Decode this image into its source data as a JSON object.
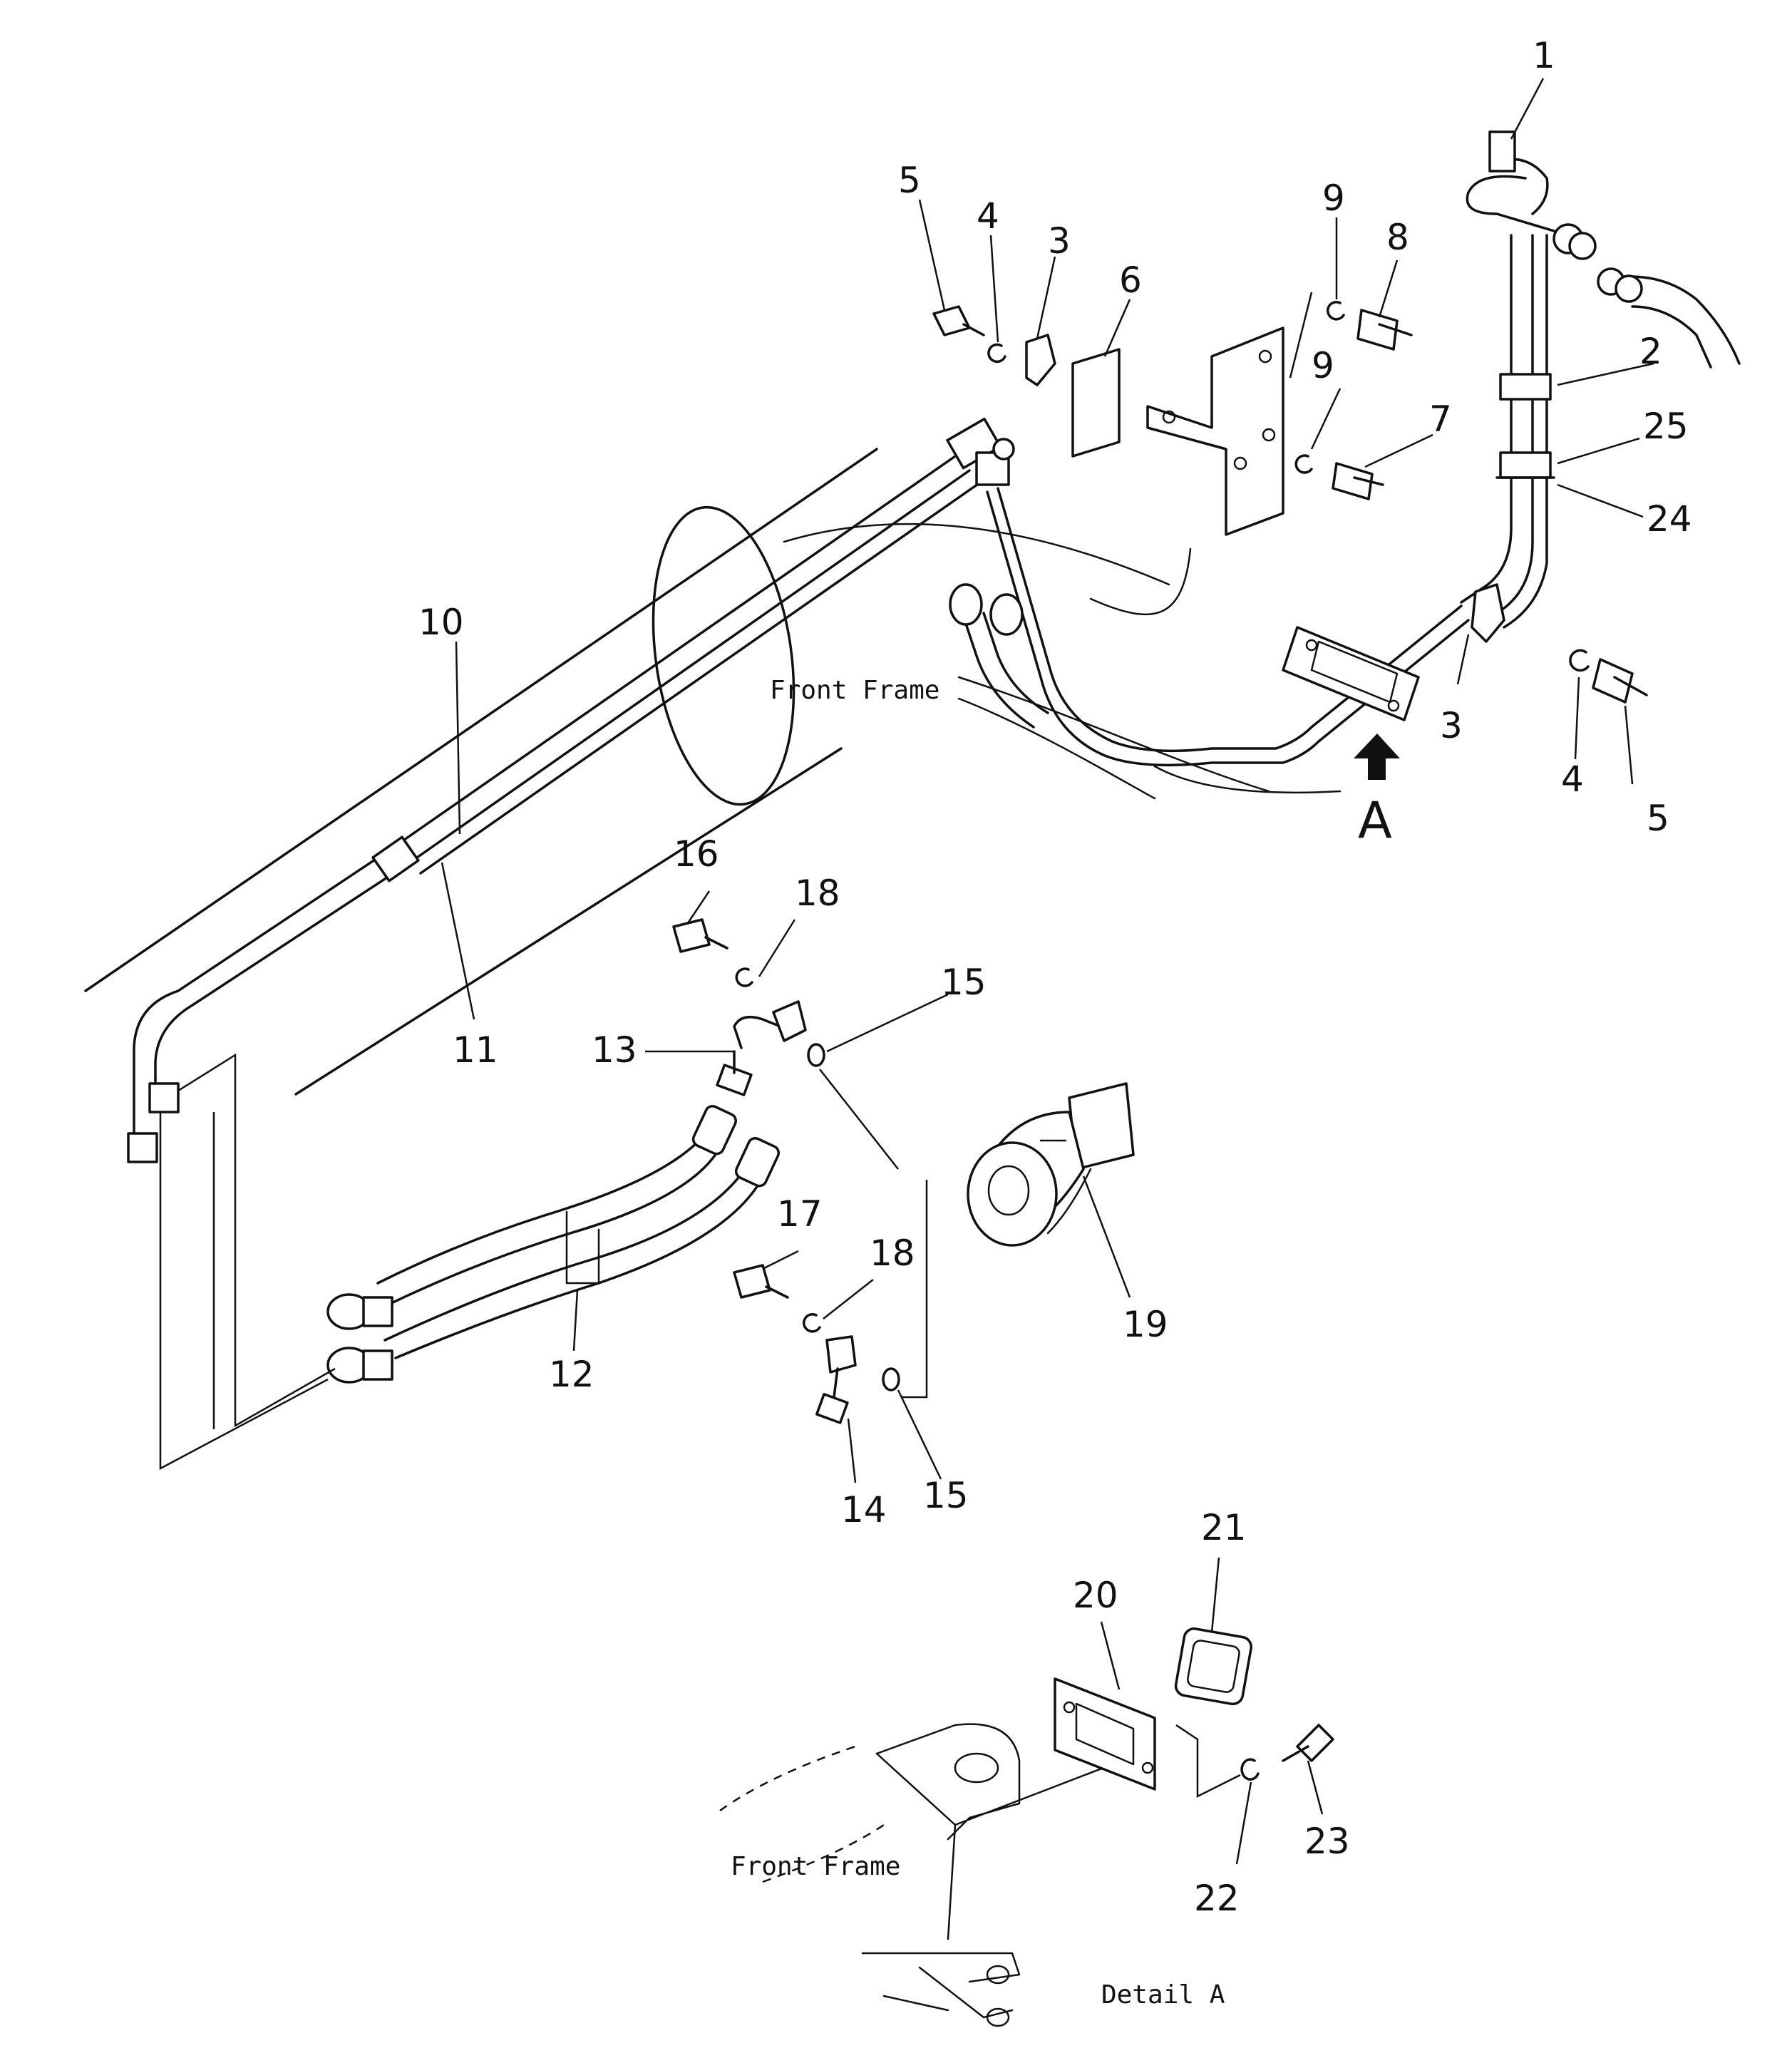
{
  "labels": {
    "front_frame_main": "Front Frame",
    "front_frame_detail": "Front Frame",
    "view_marker": "A",
    "detail_caption": "Detail A"
  },
  "callouts": [
    {
      "id": "c1",
      "text": "1"
    },
    {
      "id": "c2",
      "text": "2"
    },
    {
      "id": "c3a",
      "text": "3"
    },
    {
      "id": "c3b",
      "text": "3"
    },
    {
      "id": "c4a",
      "text": "4"
    },
    {
      "id": "c4b",
      "text": "4"
    },
    {
      "id": "c5a",
      "text": "5"
    },
    {
      "id": "c5b",
      "text": "5"
    },
    {
      "id": "c6",
      "text": "6"
    },
    {
      "id": "c7",
      "text": "7"
    },
    {
      "id": "c8",
      "text": "8"
    },
    {
      "id": "c9a",
      "text": "9"
    },
    {
      "id": "c9b",
      "text": "9"
    },
    {
      "id": "c10",
      "text": "10"
    },
    {
      "id": "c11",
      "text": "11"
    },
    {
      "id": "c12",
      "text": "12"
    },
    {
      "id": "c13",
      "text": "13"
    },
    {
      "id": "c14",
      "text": "14"
    },
    {
      "id": "c15a",
      "text": "15"
    },
    {
      "id": "c15b",
      "text": "15"
    },
    {
      "id": "c16",
      "text": "16"
    },
    {
      "id": "c17",
      "text": "17"
    },
    {
      "id": "c18a",
      "text": "18"
    },
    {
      "id": "c18b",
      "text": "18"
    },
    {
      "id": "c19",
      "text": "19"
    },
    {
      "id": "c20",
      "text": "20"
    },
    {
      "id": "c21",
      "text": "21"
    },
    {
      "id": "c22",
      "text": "22"
    },
    {
      "id": "c23",
      "text": "23"
    },
    {
      "id": "c24",
      "text": "24"
    },
    {
      "id": "c25",
      "text": "25"
    }
  ]
}
